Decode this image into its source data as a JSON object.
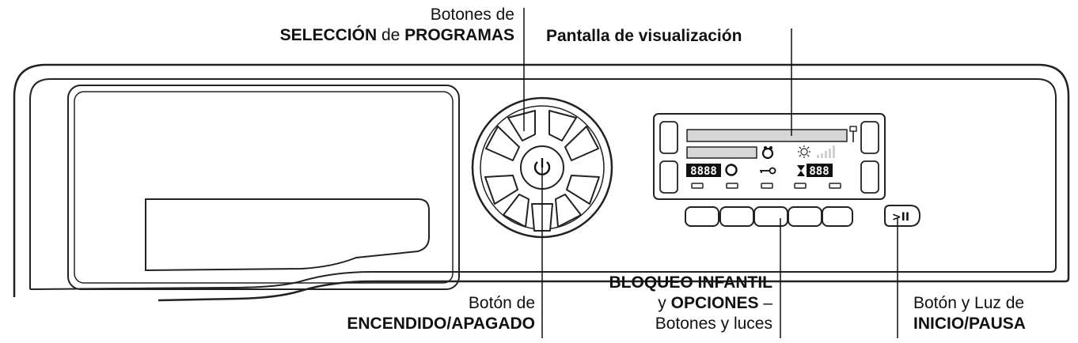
{
  "labels": {
    "program_selection": {
      "line1": "Botones de",
      "line2_a": "SELECCIÓN",
      "line2_b": " de ",
      "line2_c": "PROGRAMAS"
    },
    "display": "Pantalla de visualización",
    "power": {
      "line1": "Botón de",
      "line2": "ENCENDIDO/APAGADO"
    },
    "child_lock": {
      "line1": "BLOQUEO INFANTIL",
      "line2_a": "y ",
      "line2_b": "OPCIONES",
      "line2_c": " –",
      "line3": "Botones y luces"
    },
    "start_pause": {
      "line1": "Botón y Luz de",
      "line2": "INICIO/PAUSA"
    }
  },
  "display_readouts": {
    "left_digits": "8888",
    "right_digits": "888"
  },
  "icons": {
    "power": "power-icon",
    "play_pause": "play-pause-icon",
    "temperature": "thermometer-icon",
    "sun": "sun-icon",
    "signal": "signal-bars-icon",
    "delay": "hourglass-icon",
    "key": "key-icon",
    "cycle": "cycle-icon",
    "stain": "stain-icon"
  },
  "play_pause_glyph": ">II"
}
